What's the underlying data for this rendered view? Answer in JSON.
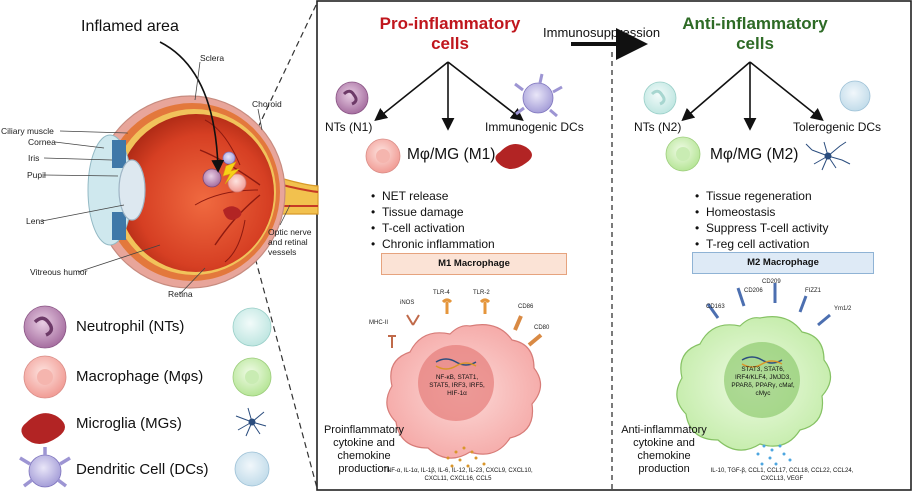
{
  "eye": {
    "inflamed_area": "Inflamed area",
    "labels": {
      "sclera": "Sclera",
      "ciliary_muscle": "Ciliary muscle",
      "choroid": "Choroid",
      "cornea": "Cornea",
      "iris": "Iris",
      "pupil": "Pupil",
      "lens": "Lens",
      "vitreous_humor": "Vitreous humor",
      "retina": "Retina",
      "optic_nerve": "Optic nerve and retinal vessels"
    }
  },
  "immunosuppression": "Immunosuppression",
  "pro": {
    "title_line1": "Pro-inflammatory",
    "title_line2": "cells",
    "nts": "NTs (N1)",
    "dcs": "Immunogenic DCs",
    "mg": "Mφ/MG (M1)",
    "bullets": [
      "NET release",
      "Tissue damage",
      "T-cell activation",
      "Chronic inflammation"
    ],
    "macrophage_box": "M1 Macrophage",
    "receptors": {
      "inos": "iNOS",
      "tlr4": "TLR-4",
      "tlr2": "TLR-2",
      "cd86": "CD86",
      "cd80": "CD80",
      "mhc": "MHC-II"
    },
    "nucleus": "NF-κB, STAT1, STAT5, IRF3, IRF5, HIF-1α",
    "cytokine_title": "Proinflammatory cytokine and chemokine production",
    "cytokines": "TNF-α, IL-1α, IL-1β, IL-6, IL-12, IL-23, CXCL9, CXCL10, CXCL11, CXCL16, CCL5"
  },
  "anti": {
    "title_line1": "Anti-inflammatory",
    "title_line2": "cells",
    "nts": "NTs (N2)",
    "dcs": "Tolerogenic DCs",
    "mg": "Mφ/MG (M2)",
    "bullets": [
      "Tissue regeneration",
      "Homeostasis",
      "Suppress T-cell activity",
      "T-reg cell activation"
    ],
    "macrophage_box": "M2 Macrophage",
    "receptors": {
      "cd206": "CD206",
      "cd209": "CD209",
      "fizz1": "FIZZ1",
      "cd163": "CD163",
      "ym12": "Ym1/2"
    },
    "nucleus": "STAT3, STAT6, IRF4/KLF4, JMJD3, PPARδ, PPARγ, cMaf, cMyc",
    "cytokine_title": "Anti-inflammatory cytokine and chemokine production",
    "cytokines": "IL-10, TGF-β, CCL1, CCL17, CCL18, CCL22, CCL24, CXCL13, VEGF"
  },
  "legend": [
    {
      "label": "Neutrophil (NTs)"
    },
    {
      "label": "Macrophage (Mφs)"
    },
    {
      "label": "Microglia (MGs)"
    },
    {
      "label": "Dendritic Cell (DCs)"
    }
  ],
  "colors": {
    "pro_red": "#c0161d",
    "anti_green": "#2e6b26",
    "m1_box": "#fbe3d6",
    "m2_box": "#deeaf6"
  }
}
